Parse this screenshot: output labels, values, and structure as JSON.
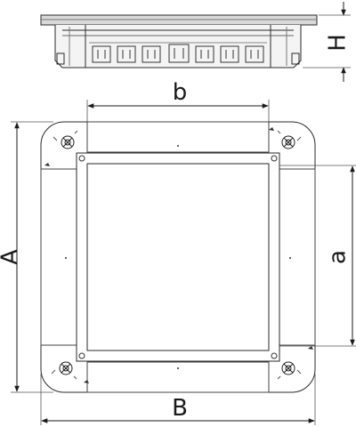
{
  "dimensions": {
    "height_label": "H",
    "width_inner_label": "b",
    "height_outer_label": "A",
    "height_inner_label": "a",
    "width_outer_label": "B"
  },
  "colors": {
    "line": "#2a2a2a",
    "thin_line": "#555555",
    "flange_fill": "#d9d9d9",
    "body_fill": "#f4f4f4"
  }
}
